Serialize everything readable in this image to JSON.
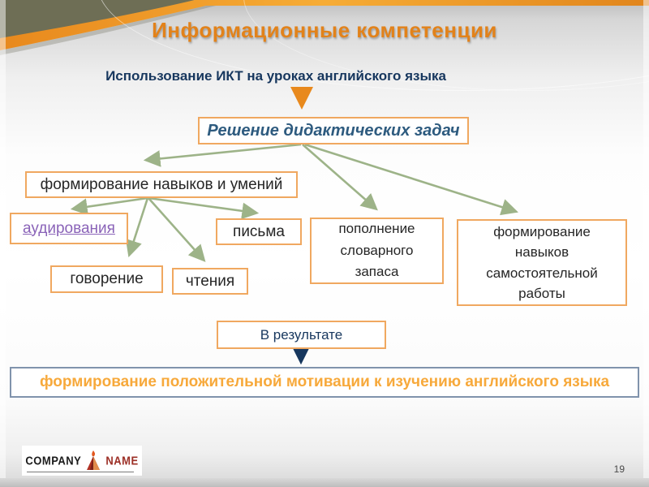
{
  "slide": {
    "title": "Информационные компетенции",
    "subtitle": "Использование ИКТ на уроках английского языка"
  },
  "diagram": {
    "solution_box": "Решение дидактических задач",
    "skills_box": "формирование навыков и умений",
    "listening_link": "аудирования",
    "speaking_box": "говорение",
    "reading_box": "чтения",
    "writing_box": "письма",
    "vocabulary_box": "пополнение словарного запаса",
    "independent_box": "формирование навыков самостоятельной работы",
    "result_label_box": "В результате",
    "result_box": "формирование положительной мотивации к изучению английского языка"
  },
  "footer": {
    "company": "COMPANY",
    "name": "NAME",
    "page_number": "19"
  },
  "colors": {
    "title_orange": "#E2821A",
    "accent_orange": "#E8891D",
    "navy": "#17375E",
    "box_text_blue": "#2E5B7F",
    "box_border_orange": "#F0A860",
    "link_purple": "#8A63B8",
    "arrow_green": "#9DB388",
    "result_text_orange": "#F7A93B",
    "result_border_slate": "#8093AC",
    "corner_olive": "#6E6E55"
  }
}
